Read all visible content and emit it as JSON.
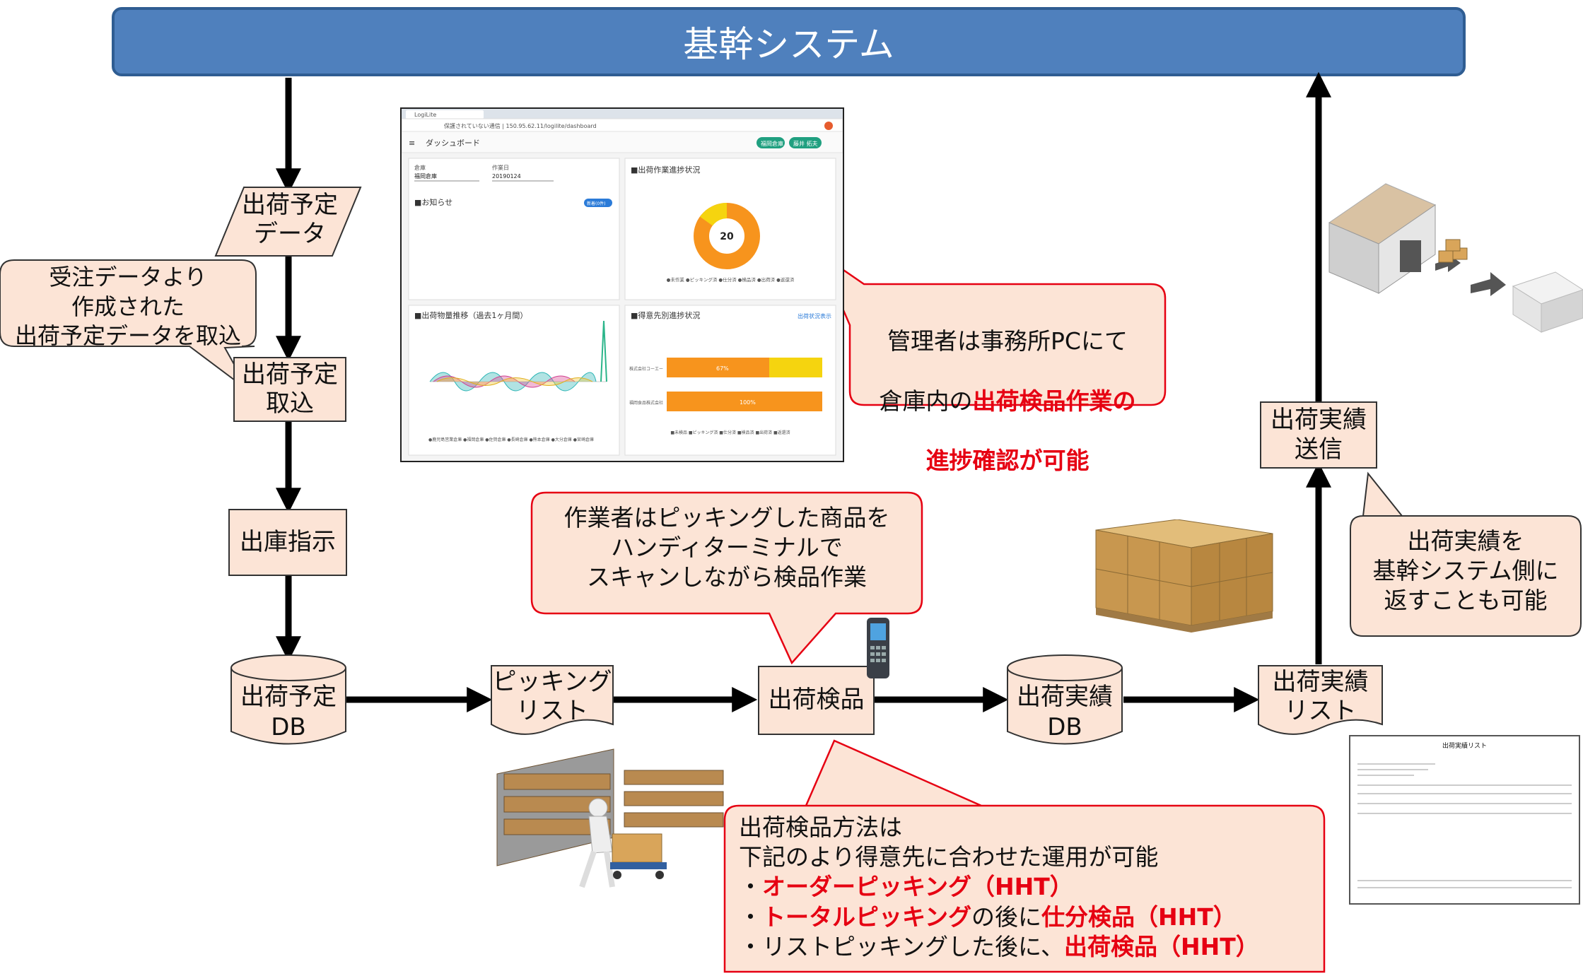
{
  "banner": {
    "label": "基幹システム"
  },
  "nodes": {
    "shipping_plan_data": "出荷予定\nデータ",
    "shipping_plan_import": "出荷予定\n取込",
    "issue_instruction": "出庫指示",
    "shipping_plan_db": "出荷予定\nDB",
    "picking_list": "ピッキング\nリスト",
    "shipping_inspection": "出荷検品",
    "shipping_result_db": "出荷実績\nDB",
    "shipping_result_list": "出荷実績\nリスト",
    "shipping_result_send": "出荷実績\n送信"
  },
  "callouts": {
    "order_data": "受注データより\n作成された\n出荷予定データを取込",
    "manager_line1": "管理者は事務所PCにて",
    "manager_line2_pre": "倉庫内の",
    "manager_line2_red": "出荷検品作業の",
    "manager_line3_red": "進捗確認が可能",
    "worker": "作業者はピッキングした商品を\nハンディターミナルで\nスキャンしながら検品作業",
    "return_result": "出荷実績を\n基幹システム側に\n返すことも可能",
    "method_line1": "出荷検品方法は",
    "method_line2": "下記のより得意先に合わせた運用が可能",
    "method_b1_dot": "・",
    "method_b1_red": "オーダーピッキング（HHT）",
    "method_b2_dot": "・",
    "method_b2_red": "トータルピッキング",
    "method_b2_mid": "の後に",
    "method_b2_red2": "仕分検品（HHT）",
    "method_b3_pre": "・リストピッキングした後に、",
    "method_b3_red": "出荷検品（HHT）"
  },
  "dashboard": {
    "tab_label": "LogiLite",
    "url": "保護されていない通信 | 150.95.62.11/logilite/dashboard",
    "page_title": "ダッシュボード",
    "header_btn1": "福岡倉庫",
    "header_btn2": "藤井 拓夫",
    "warehouse_label": "倉庫",
    "warehouse_value": "福岡倉庫",
    "date_label": "作業日",
    "date_value": "20190124",
    "notice_title": "■お知らせ",
    "notice_badge": "新着(0件)",
    "progress_title": "■出荷作業進捗状況",
    "donut_center": "20",
    "donut_legend": "●未作業 ●ピッキング済 ●仕分済 ●検品済 ●出荷済 ●返還済",
    "volume_title": "■出荷物量推移（過去1ヶ月間）",
    "volume_legend": "●鹿児島営業倉庫 ●福岡倉庫 ●佐賀倉庫 ●長崎倉庫 ●熊本倉庫 ●大分倉庫 ●宮崎倉庫",
    "customer_title": "■得意先別進捗状況",
    "customer_link": "出荷状況表示",
    "customer_rows": [
      "株式会社コーエー",
      "福岡食品株式会社"
    ],
    "customer_pct": [
      "67%",
      "100%"
    ],
    "customer_legend": "■未検品 ■ピッキング済 ■仕分済 ■検品済 ■出荷済 ■返還済"
  },
  "report": {
    "title": "出荷実績リスト"
  },
  "colors": {
    "banner": "#4f80bd",
    "box": "#fce4d6",
    "callout_border": "#e60012",
    "accent_red": "#e60012",
    "donut_orange": "#f7941d"
  }
}
